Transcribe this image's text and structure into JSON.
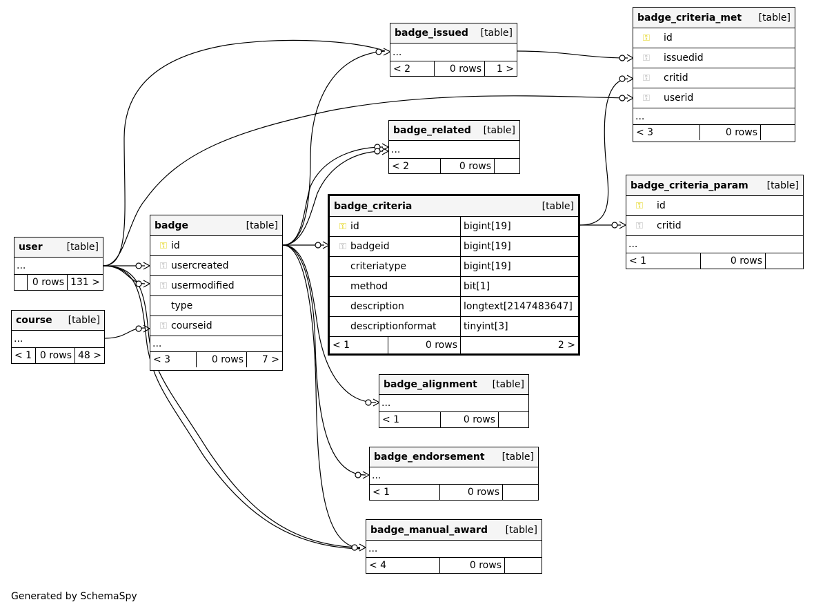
{
  "tables": {
    "badge_issued": {
      "name": "badge_issued",
      "kind": "[table]",
      "more": "...",
      "foot": [
        "< 2",
        "0 rows",
        "1 >"
      ]
    },
    "badge_criteria_met": {
      "name": "badge_criteria_met",
      "kind": "[table]",
      "columns": [
        {
          "name": "id",
          "key": "pk"
        },
        {
          "name": "issuedid",
          "key": "fk"
        },
        {
          "name": "critid",
          "key": "fk"
        },
        {
          "name": "userid",
          "key": "fk"
        }
      ],
      "more": "...",
      "foot": [
        "< 3",
        "0 rows",
        ""
      ]
    },
    "badge_related": {
      "name": "badge_related",
      "kind": "[table]",
      "more": "...",
      "foot": [
        "< 2",
        "0 rows",
        ""
      ]
    },
    "badge_criteria_param": {
      "name": "badge_criteria_param",
      "kind": "[table]",
      "columns": [
        {
          "name": "id",
          "key": "pk"
        },
        {
          "name": "critid",
          "key": "fk"
        }
      ],
      "more": "...",
      "foot": [
        "< 1",
        "0 rows",
        ""
      ]
    },
    "badge_criteria": {
      "name": "badge_criteria",
      "kind": "[table]",
      "columns": [
        {
          "name": "id",
          "type": "bigint[19]",
          "key": "pk"
        },
        {
          "name": "badgeid",
          "type": "bigint[19]",
          "key": "fk"
        },
        {
          "name": "criteriatype",
          "type": "bigint[19]",
          "key": "none"
        },
        {
          "name": "method",
          "type": "bit[1]",
          "key": "none"
        },
        {
          "name": "description",
          "type": "longtext[2147483647]",
          "key": "none"
        },
        {
          "name": "descriptionformat",
          "type": "tinyint[3]",
          "key": "none"
        }
      ],
      "foot": [
        "< 1",
        "0 rows",
        "2 >"
      ]
    },
    "user": {
      "name": "user",
      "kind": "[table]",
      "more": "...",
      "foot": [
        "",
        "0 rows",
        "131 >"
      ]
    },
    "course": {
      "name": "course",
      "kind": "[table]",
      "more": "...",
      "foot": [
        "< 1",
        "0 rows",
        "48 >"
      ]
    },
    "badge": {
      "name": "badge",
      "kind": "[table]",
      "columns": [
        {
          "name": "id",
          "key": "pk"
        },
        {
          "name": "usercreated",
          "key": "fk"
        },
        {
          "name": "usermodified",
          "key": "fk"
        },
        {
          "name": "type",
          "key": "none"
        },
        {
          "name": "courseid",
          "key": "fk"
        }
      ],
      "more": "...",
      "foot": [
        "< 3",
        "0 rows",
        "7 >"
      ]
    },
    "badge_alignment": {
      "name": "badge_alignment",
      "kind": "[table]",
      "more": "...",
      "foot": [
        "< 1",
        "0 rows",
        ""
      ]
    },
    "badge_endorsement": {
      "name": "badge_endorsement",
      "kind": "[table]",
      "more": "...",
      "foot": [
        "< 1",
        "0 rows",
        ""
      ]
    },
    "badge_manual_award": {
      "name": "badge_manual_award",
      "kind": "[table]",
      "more": "...",
      "foot": [
        "< 4",
        "0 rows",
        ""
      ]
    }
  },
  "icons": {
    "key": "key-icon"
  },
  "colors": {
    "primary_key": "#e0d000",
    "foreign_key": "#b0b0b0",
    "header_bg": "#f5f5f5"
  },
  "footer": {
    "generated": "Generated by SchemaSpy"
  }
}
